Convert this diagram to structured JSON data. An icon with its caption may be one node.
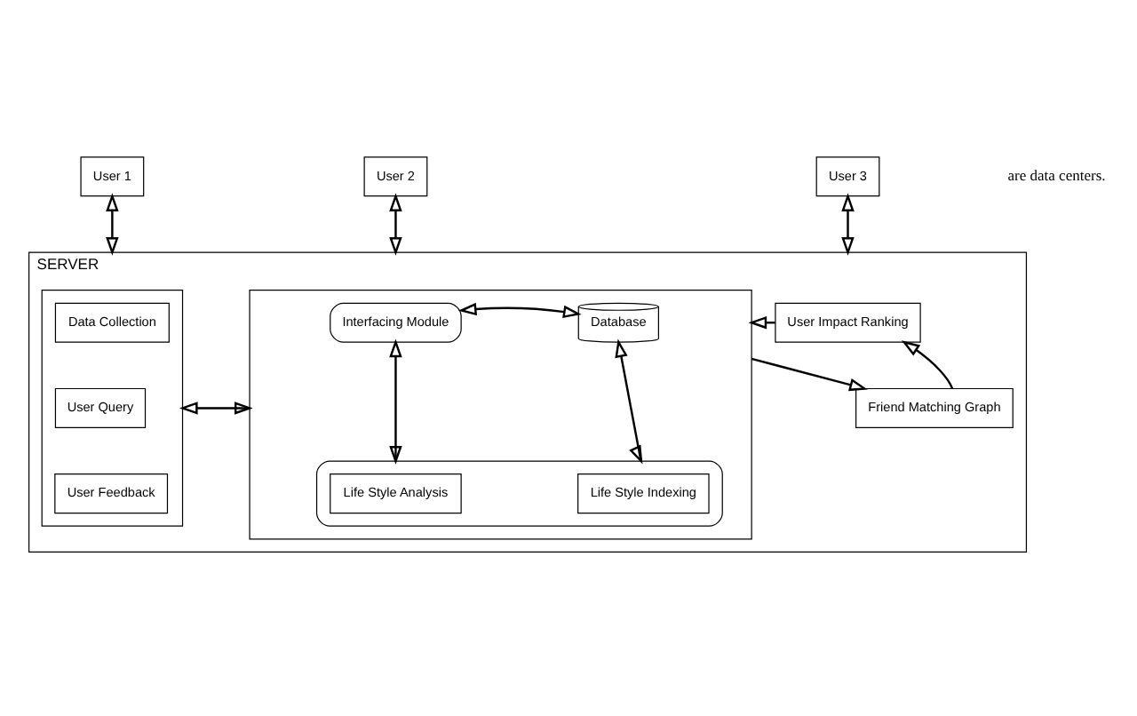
{
  "diagram": {
    "nodes": [
      {
        "text": [
          "User 1"
        ]
      },
      {
        "text": [
          "User 2"
        ]
      },
      {
        "text": [
          "User 3"
        ]
      },
      {
        "text": [
          "SERVER"
        ]
      },
      {
        "text": [],
        "shape": "box",
        "in": 3
      },
      {
        "text": [
          "Data Collection"
        ],
        "in": 4
      },
      {
        "text": [
          "User Query"
        ],
        "in": 4
      },
      {
        "text": [
          "User Feedback"
        ],
        "in": 4
      },
      {
        "text": [],
        "shape": "box",
        "in": 3
      },
      {
        "text": [
          "Interfacing Module"
        ],
        "in": 8
      },
      {
        "text": [
          "Database"
        ],
        "in": 8
      },
      {
        "text": [],
        "shape": "box",
        "in": 8
      },
      {
        "text": [
          "Life Style Analysis"
        ],
        "in": 11
      },
      {
        "text": [
          "Life Style Indexing"
        ],
        "in": 11
      },
      {
        "text": [
          "User Impact Ranking"
        ],
        "in": 3
      },
      {
        "text": [
          "Friend Matching Graph"
        ],
        "in": 3
      }
    ],
    "edges": [
      {
        "from": 0,
        "to": 3,
        "arrow": "both"
      },
      {
        "from": 1,
        "to": 3,
        "arrow": "both"
      },
      {
        "from": 2,
        "to": 3,
        "arrow": "both"
      },
      {
        "from": 4,
        "to": 8,
        "arrow": "both"
      },
      {
        "from": 9,
        "to": 10,
        "arrow": "both"
      },
      {
        "from": 9,
        "to": 11,
        "arrow": "both"
      },
      {
        "from": 10,
        "to": 11,
        "arrow": "both"
      },
      {
        "from": 14,
        "to": 8,
        "arrow": "to"
      },
      {
        "from": 8,
        "to": 15,
        "arrow": "to"
      },
      {
        "from": 15,
        "to": 14,
        "arrow": "to"
      }
    ],
    "labels": [
      "are data centers."
    ]
  }
}
